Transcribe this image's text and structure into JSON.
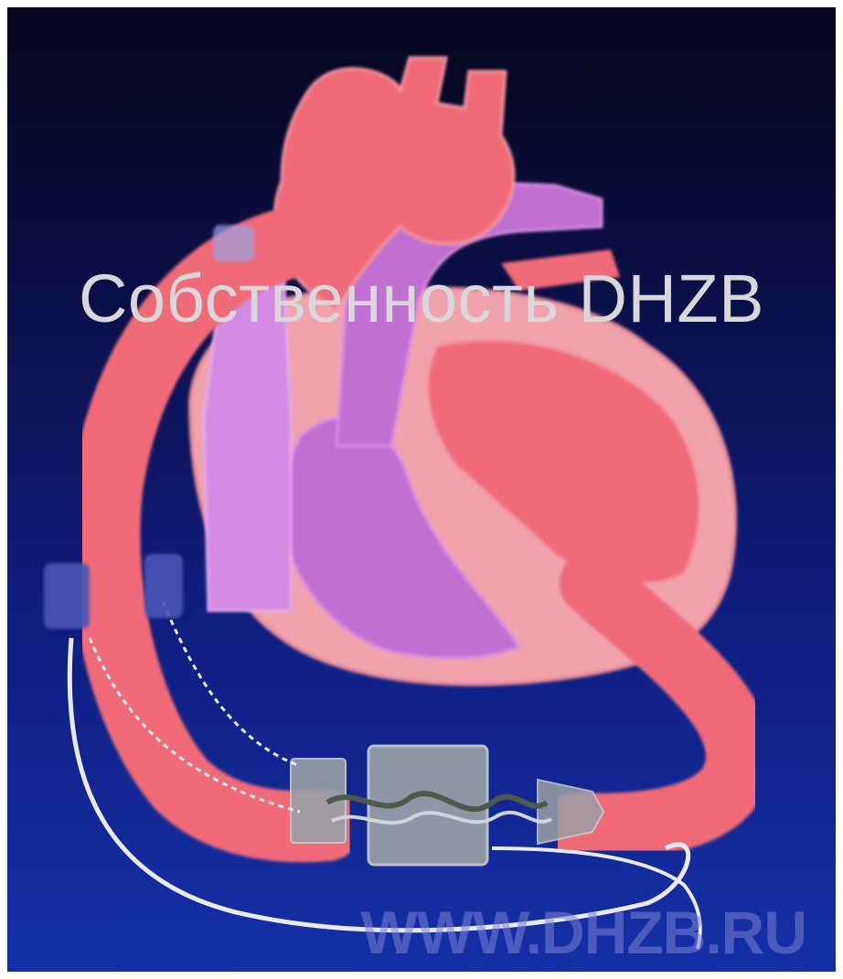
{
  "watermark": {
    "main_text": "Собственность DHZB",
    "url_text": "WWW.DHZB.RU"
  },
  "colors": {
    "background_top": "#06061c",
    "background_bottom": "#1430a8",
    "heart_red": "#f06a78",
    "heart_pink": "#f2a2ac",
    "heart_purple": "#c06fd0",
    "pump_gray": "#9aa0a6",
    "cable_white": "#e8eaf6",
    "cuff_blue": "#4a56b4"
  },
  "icons": {
    "illustration": "heart-with-vad-pump-illustration"
  }
}
